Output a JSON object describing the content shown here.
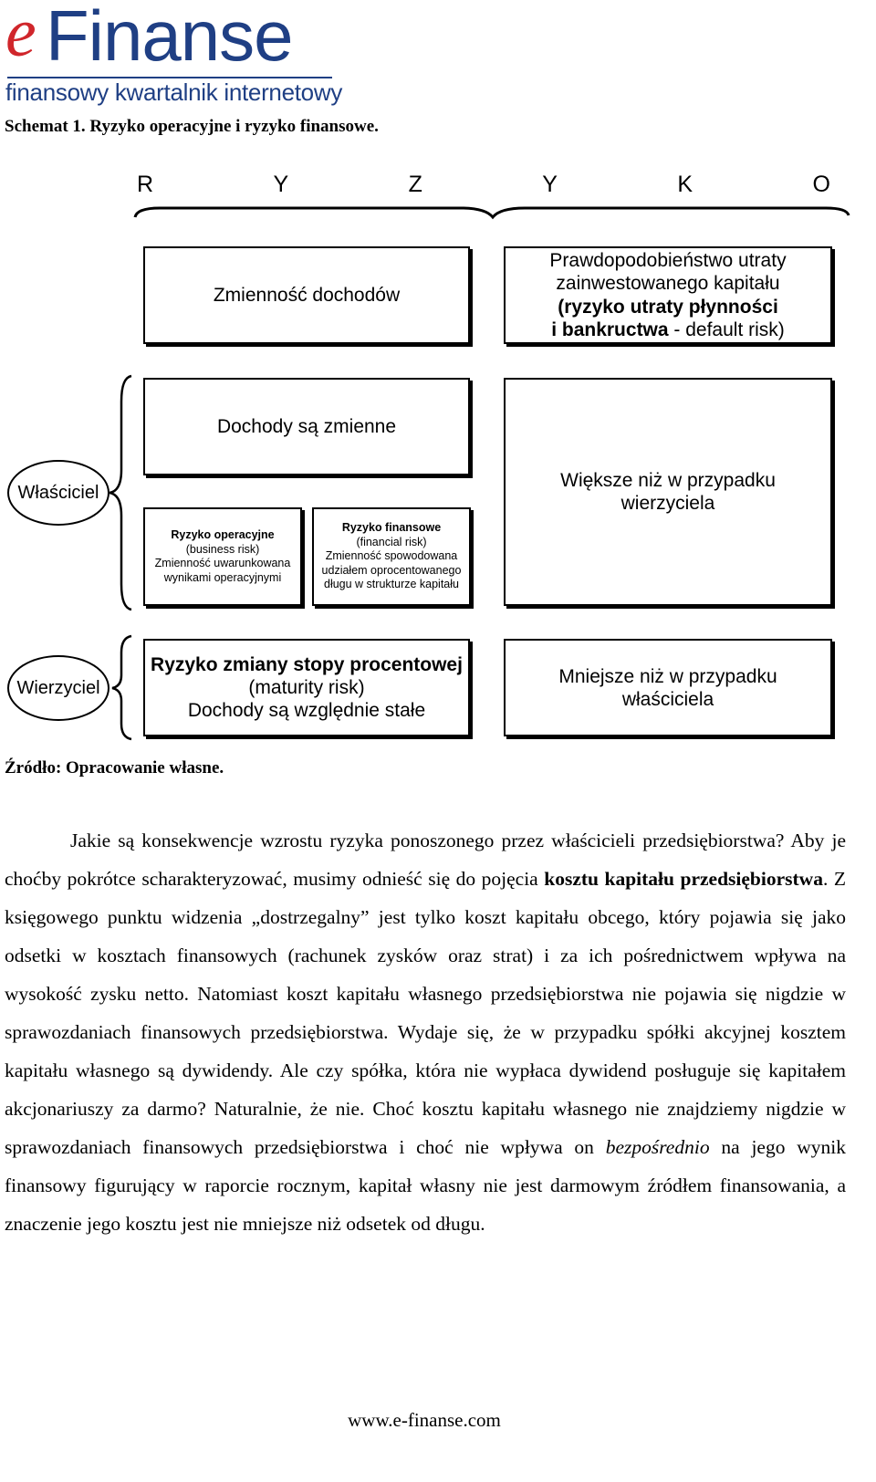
{
  "logo": {
    "e": "e",
    "name": "Finanse",
    "subtitle": "finansowy kwartalnik internetowy"
  },
  "caption": "Schemat 1. Ryzyko operacyjne i ryzyko finansowe.",
  "diagram": {
    "header_letters": [
      "R",
      "Y",
      "Z",
      "Y",
      "K",
      "O"
    ],
    "box_variability": "Zmienność dochodów",
    "box_probability": {
      "line1": "Prawdopodobieństwo utraty",
      "line2": "zainwestowanego kapitału",
      "line3_bold": "(ryzyko utraty płynności",
      "line4_bold": "i bankructwa",
      "line4_rest": " - default risk)"
    },
    "owner_label": "Właściciel",
    "box_income_variable": "Dochody są zmienne",
    "box_operational": {
      "title": "Ryzyko operacyjne",
      "line2": "(business risk)",
      "line3": "Zmienność uwarunkowana",
      "line4": "wynikami operacyjnymi"
    },
    "box_financial": {
      "title": "Ryzyko finansowe",
      "line2": "(financial risk)",
      "line3": "Zmienność spowodowana",
      "line4": "udziałem oprocentowanego",
      "line5": "długu w strukturze kapitału"
    },
    "box_greater": {
      "line1": "Większe niż w przypadku",
      "line2": "wierzyciela"
    },
    "creditor_label": "Wierzyciel",
    "box_interest": {
      "line1_bold": "Ryzyko zmiany stopy procentowej",
      "line2": "(maturity risk)",
      "line3": "Dochody są względnie stałe"
    },
    "box_smaller": {
      "line1": "Mniejsze niż w przypadku",
      "line2": "właściciela"
    }
  },
  "source": "Źródło: Opracowanie własne.",
  "paragraph": {
    "s1": "Jakie są konsekwencje wzrostu ryzyka ponoszonego przez właścicieli przedsiębiorstwa? Aby je choćby pokrótce scharakteryzować, musimy odnieść się do pojęcia ",
    "s1_bold": "kosztu kapitału przedsiębiorstwa",
    "s2": ". Z księgowego punktu widzenia „dostrzegalny” jest tylko koszt kapitału obcego, który pojawia się jako odsetki w kosztach finansowych (rachunek zysków oraz strat) i za ich pośrednictwem wpływa na wysokość zysku netto. Natomiast koszt kapitału własnego przedsiębiorstwa nie pojawia się nigdzie w sprawozdaniach finansowych przedsiębiorstwa. Wydaje się, że w przypadku spółki akcyjnej kosztem kapitału własnego są dywidendy. Ale czy spółka, która nie wypłaca dywidend posługuje się kapitałem akcjonariuszy za darmo? Naturalnie, że nie. Choć kosztu kapitału własnego nie znajdziemy nigdzie w sprawozdaniach finansowych przedsiębiorstwa i choć nie wpływa on ",
    "s2_italic": "bezpośrednio",
    "s3": " na jego wynik finansowy figurujący w raporcie rocznym, kapitał własny nie jest darmowym źródłem finansowania, a znaczenie jego kosztu jest nie mniejsze niż odsetek od długu."
  },
  "footer": "www.e-finanse.com"
}
